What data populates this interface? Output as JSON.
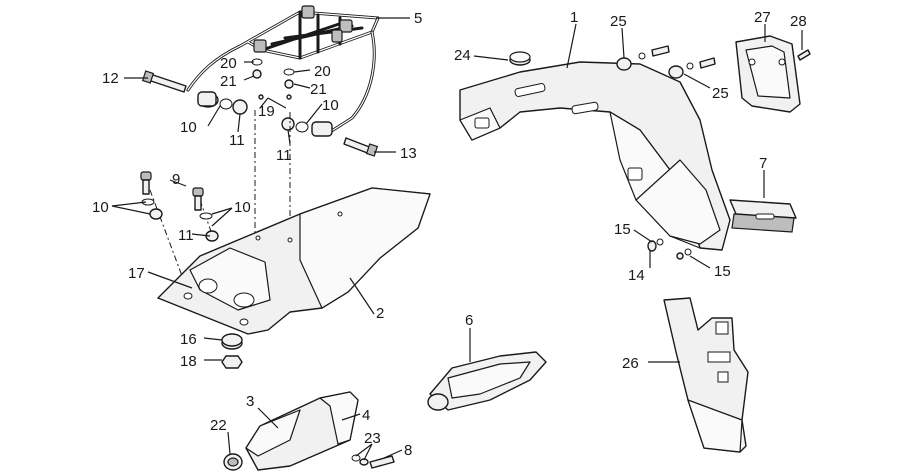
{
  "callouts": [
    {
      "id": "c1",
      "text": "1"
    },
    {
      "id": "c2",
      "text": "2"
    },
    {
      "id": "c3",
      "text": "3"
    },
    {
      "id": "c4",
      "text": "4"
    },
    {
      "id": "c5",
      "text": "5"
    },
    {
      "id": "c6",
      "text": "6"
    },
    {
      "id": "c7",
      "text": "7"
    },
    {
      "id": "c8",
      "text": "8"
    },
    {
      "id": "c9",
      "text": "9"
    },
    {
      "id": "c10a",
      "text": "10"
    },
    {
      "id": "c10b",
      "text": "10"
    },
    {
      "id": "c10c",
      "text": "10"
    },
    {
      "id": "c10d",
      "text": "10"
    },
    {
      "id": "c11a",
      "text": "11"
    },
    {
      "id": "c11b",
      "text": "11"
    },
    {
      "id": "c11c",
      "text": "11"
    },
    {
      "id": "c12",
      "text": "12"
    },
    {
      "id": "c13",
      "text": "13"
    },
    {
      "id": "c14",
      "text": "14"
    },
    {
      "id": "c15a",
      "text": "15"
    },
    {
      "id": "c15b",
      "text": "15"
    },
    {
      "id": "c16",
      "text": "16"
    },
    {
      "id": "c17",
      "text": "17"
    },
    {
      "id": "c18",
      "text": "18"
    },
    {
      "id": "c19",
      "text": "19"
    },
    {
      "id": "c20a",
      "text": "20"
    },
    {
      "id": "c20b",
      "text": "20"
    },
    {
      "id": "c21a",
      "text": "21"
    },
    {
      "id": "c21b",
      "text": "21"
    },
    {
      "id": "c22",
      "text": "22"
    },
    {
      "id": "c23",
      "text": "23"
    },
    {
      "id": "c24",
      "text": "24"
    },
    {
      "id": "c25a",
      "text": "25"
    },
    {
      "id": "c25b",
      "text": "25"
    },
    {
      "id": "c26",
      "text": "26"
    },
    {
      "id": "c27",
      "text": "27"
    },
    {
      "id": "c28",
      "text": "28"
    }
  ]
}
